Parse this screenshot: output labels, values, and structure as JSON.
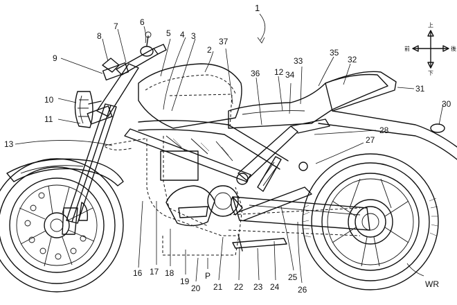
{
  "figure_number": "1",
  "compass": {
    "up": "上",
    "down": "下",
    "front": "前",
    "rear": "後"
  },
  "labels": [
    {
      "id": "2",
      "text": "2"
    },
    {
      "id": "3",
      "text": "3"
    },
    {
      "id": "4",
      "text": "4"
    },
    {
      "id": "5",
      "text": "5"
    },
    {
      "id": "6",
      "text": "6"
    },
    {
      "id": "7",
      "text": "7"
    },
    {
      "id": "8",
      "text": "8"
    },
    {
      "id": "9",
      "text": "9"
    },
    {
      "id": "10",
      "text": "10"
    },
    {
      "id": "11",
      "text": "11"
    },
    {
      "id": "12",
      "text": "12"
    },
    {
      "id": "13",
      "text": "13"
    },
    {
      "id": "16",
      "text": "16"
    },
    {
      "id": "17",
      "text": "17"
    },
    {
      "id": "18",
      "text": "18"
    },
    {
      "id": "19",
      "text": "19"
    },
    {
      "id": "20",
      "text": "20"
    },
    {
      "id": "P",
      "text": "P"
    },
    {
      "id": "21",
      "text": "21"
    },
    {
      "id": "22",
      "text": "22"
    },
    {
      "id": "23",
      "text": "23"
    },
    {
      "id": "24",
      "text": "24"
    },
    {
      "id": "25",
      "text": "25"
    },
    {
      "id": "26",
      "text": "26"
    },
    {
      "id": "27",
      "text": "27"
    },
    {
      "id": "28",
      "text": "28"
    },
    {
      "id": "30",
      "text": "30"
    },
    {
      "id": "31",
      "text": "31"
    },
    {
      "id": "32",
      "text": "32"
    },
    {
      "id": "33",
      "text": "33"
    },
    {
      "id": "34",
      "text": "34"
    },
    {
      "id": "35",
      "text": "35"
    },
    {
      "id": "36",
      "text": "36"
    },
    {
      "id": "37",
      "text": "37"
    },
    {
      "id": "WR",
      "text": "WR"
    }
  ]
}
